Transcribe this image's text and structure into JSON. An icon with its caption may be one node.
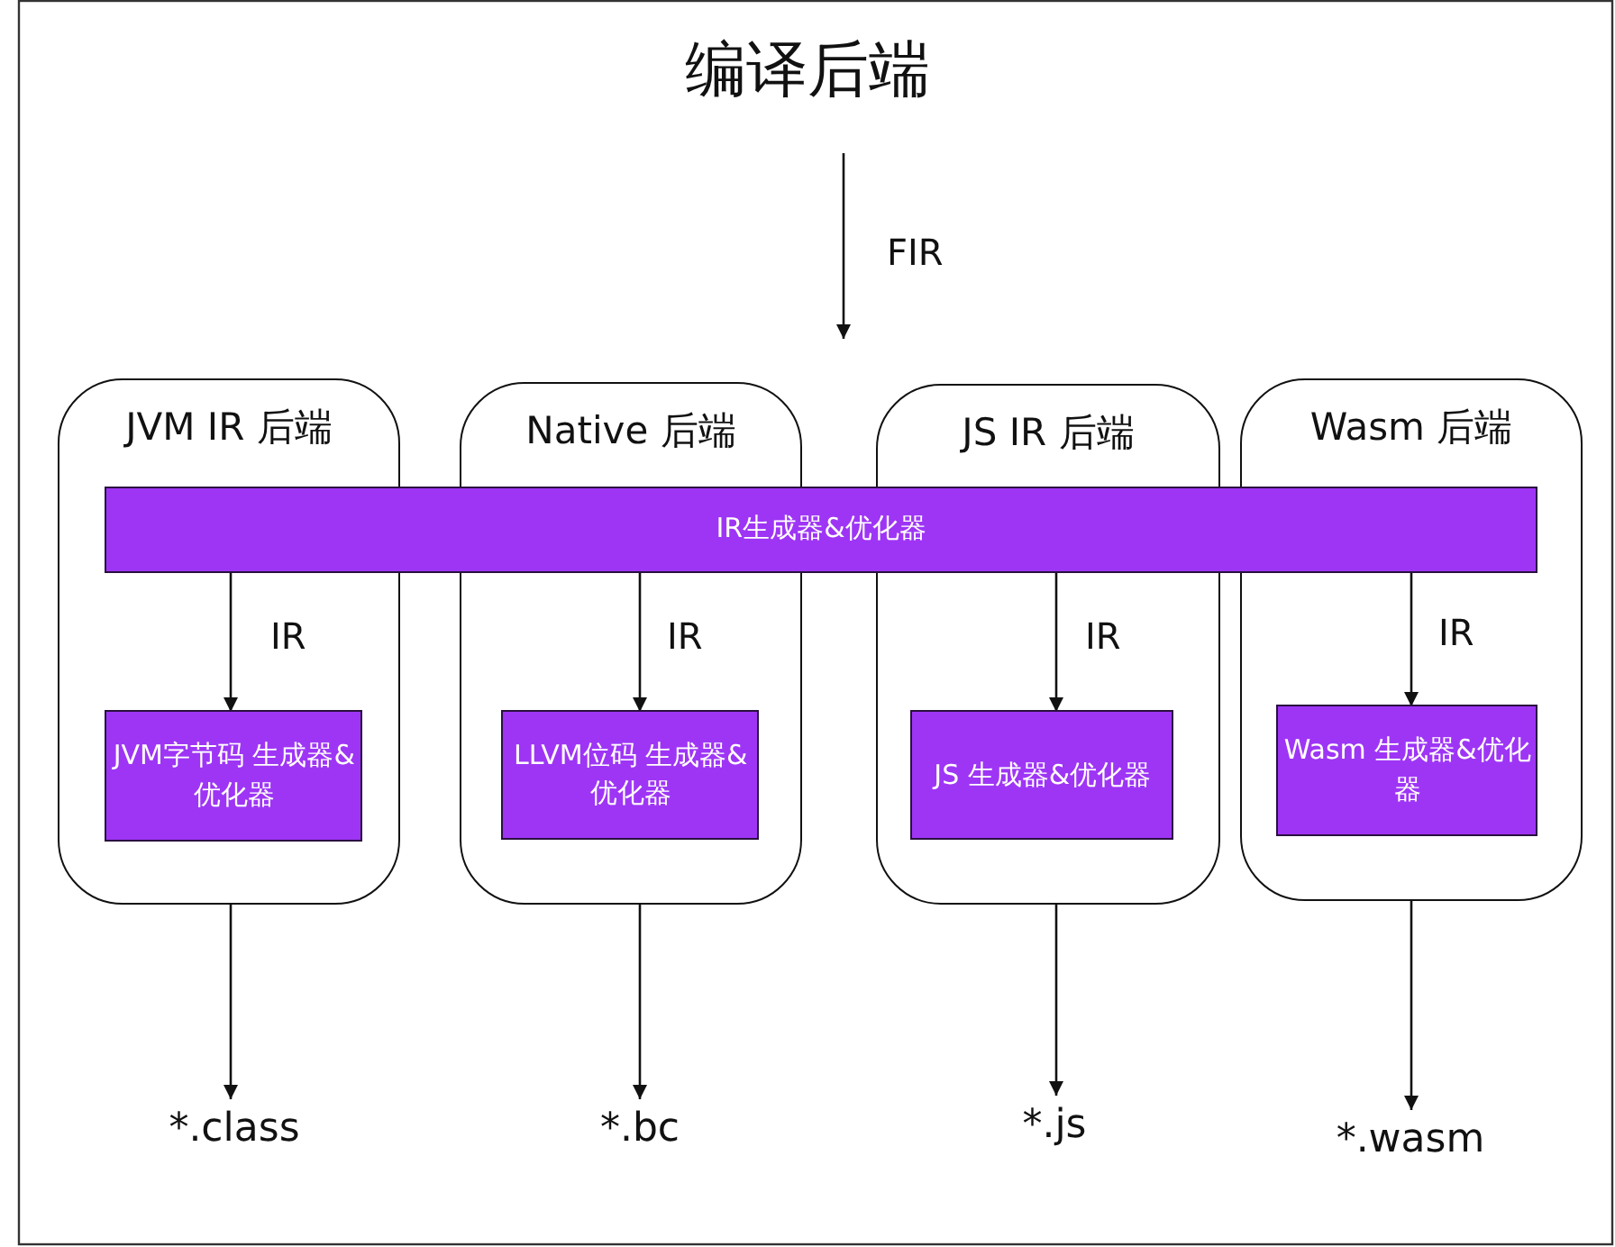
{
  "diagram": {
    "title": "编译后端",
    "nodes": [
      {
        "text": [
          "JVM IR 后端"
        ]
      },
      {
        "text": [
          "Native 后端"
        ]
      },
      {
        "text": [
          "JS IR 后端"
        ]
      },
      {
        "text": [
          "Wasm 后端"
        ]
      },
      {
        "text": [
          "IR生成器&优化器"
        ]
      },
      {
        "text": [
          "JVM字节码 生成器&优化器"
        ],
        "in": 0
      },
      {
        "text": [
          "LLVM位码 生成器&优化器"
        ],
        "in": 1
      },
      {
        "text": [
          "JS 生成器&优化器"
        ],
        "in": 2
      },
      {
        "text": [
          "Wasm 生成器&优化器"
        ],
        "in": 3
      },
      {
        "text": [
          "*.class"
        ]
      },
      {
        "text": [
          "*.bc"
        ]
      },
      {
        "text": [
          "*.js"
        ]
      },
      {
        "text": [
          "*.wasm"
        ]
      }
    ],
    "edges": [
      {
        "from": 4,
        "to": 5,
        "arrow": "to",
        "label": "IR"
      },
      {
        "from": 4,
        "to": 6,
        "arrow": "to",
        "label": "IR"
      },
      {
        "from": 4,
        "to": 7,
        "arrow": "to",
        "label": "IR"
      },
      {
        "from": 4,
        "to": 8,
        "arrow": "to",
        "label": "IR"
      },
      {
        "from": 0,
        "to": 9,
        "arrow": "to"
      },
      {
        "from": 1,
        "to": 10,
        "arrow": "to"
      },
      {
        "from": 2,
        "to": 11,
        "arrow": "to"
      },
      {
        "from": 3,
        "to": 12,
        "arrow": "to"
      }
    ],
    "labels": [
      "FIR"
    ]
  }
}
